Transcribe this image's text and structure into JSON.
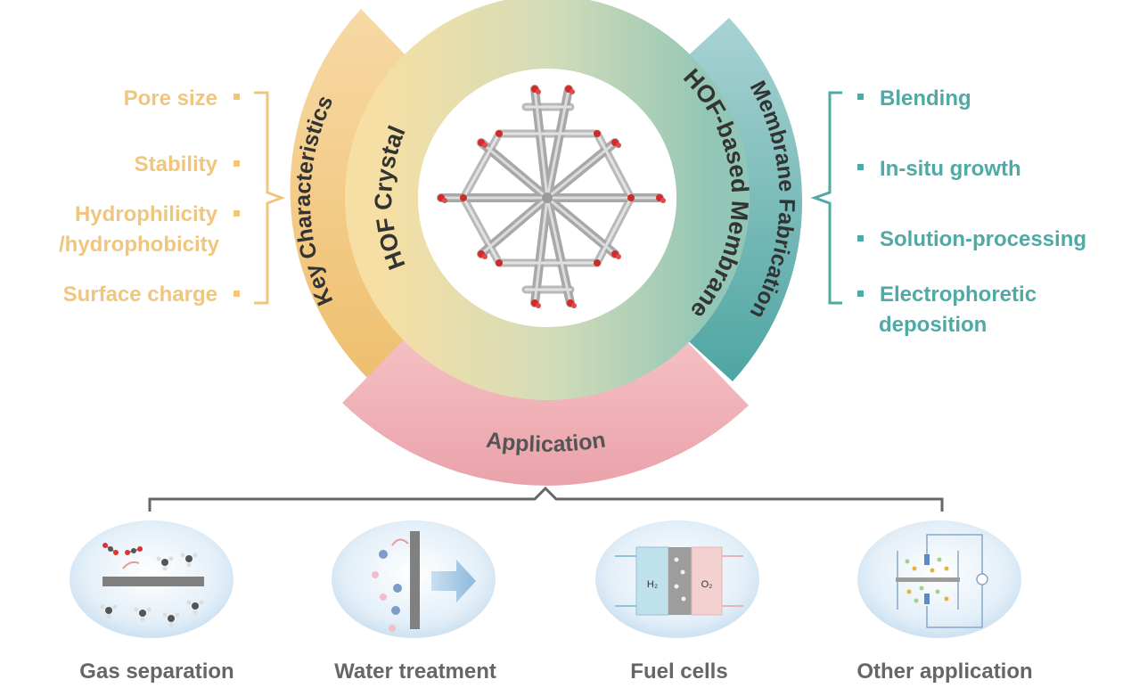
{
  "center": {
    "inner_left_label": "HOF Crystal",
    "inner_right_label": "HOF-based Membrane",
    "left_arc_label": "Key Characteristics",
    "right_arc_label": "Membrane Fabrication",
    "bottom_arc_label": "Application"
  },
  "key_characteristics": {
    "items": [
      "Pore size",
      "Stability",
      "Hydrophilicity",
      "/hydrophobicity",
      "Surface charge"
    ]
  },
  "membrane_fabrication": {
    "items": [
      "Blending",
      "In-situ growth",
      "Solution-processing",
      "Electrophoretic",
      "deposition"
    ]
  },
  "applications": {
    "items": [
      "Gas separation",
      "Water treatment",
      "Fuel cells",
      "Other application"
    ],
    "fuel_cell_left": "H₂",
    "fuel_cell_right": "O₂"
  },
  "colors": {
    "orange": "#f2c67e",
    "orange_text": "#f0c67e",
    "teal": "#5fb0ad",
    "teal_text": "#4fa9a5",
    "pink": "#eea6ae",
    "gray_text": "#666666"
  }
}
